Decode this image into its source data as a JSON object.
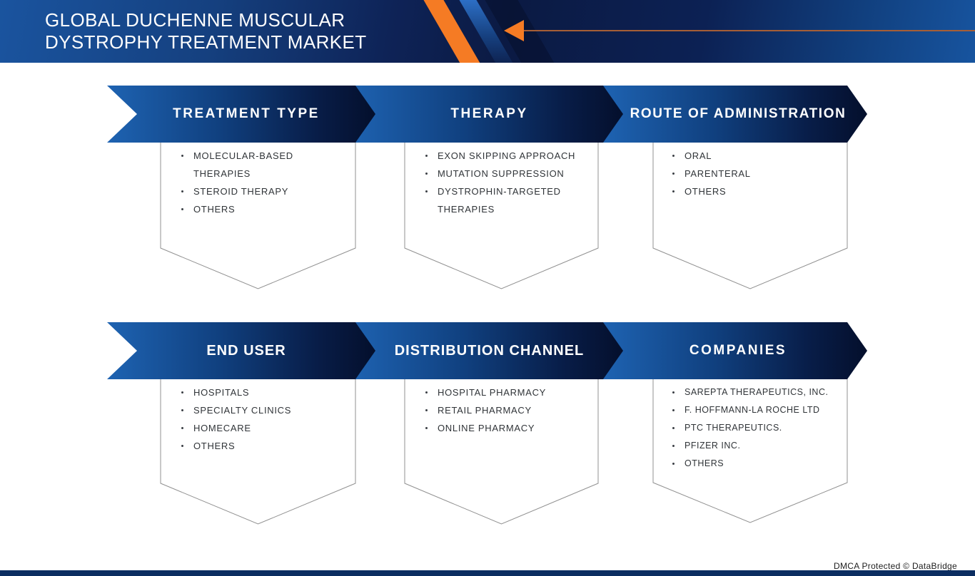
{
  "banner": {
    "title_line1": "GLOBAL DUCHENNE MUSCULAR",
    "title_line2": "DYSTROPHY TREATMENT MARKET"
  },
  "colors": {
    "accent_orange": "#f57b24",
    "navy_dark": "#0b1a43",
    "ribbon_blue": "#1e63b2",
    "ribbon_navy_tip": "#040f2c",
    "box_border_gray": "#909090",
    "list_text": "#303438"
  },
  "sections": [
    {
      "id": "treatment-type",
      "label": "TREATMENT TYPE",
      "items": [
        "MOLECULAR-BASED THERAPIES",
        "STEROID THERAPY",
        "OTHERS"
      ]
    },
    {
      "id": "therapy",
      "label": "THERAPY",
      "items": [
        "EXON SKIPPING APPROACH",
        "MUTATION SUPPRESSION",
        "DYSTROPHIN-TARGETED THERAPIES"
      ]
    },
    {
      "id": "route-of-administration",
      "label": "ROUTE OF ADMINISTRATION",
      "items": [
        "ORAL",
        "PARENTERAL",
        "OTHERS"
      ]
    },
    {
      "id": "end-user",
      "label": "END USER",
      "items": [
        "HOSPITALS",
        "SPECIALTY CLINICS",
        "HOMECARE",
        "OTHERS"
      ]
    },
    {
      "id": "distribution-channel",
      "label": "DISTRIBUTION CHANNEL",
      "items": [
        "HOSPITAL PHARMACY",
        "RETAIL PHARMACY",
        "ONLINE PHARMACY"
      ]
    },
    {
      "id": "companies",
      "label": "COMPANIES",
      "items": [
        "SAREPTA THERAPEUTICS, INC.",
        "F. HOFFMANN-LA ROCHE LTD",
        "PTC THERAPEUTICS.",
        "PFIZER INC.",
        "OTHERS"
      ]
    }
  ],
  "footer": {
    "dmca": "DMCA Protected © DataBridge"
  }
}
